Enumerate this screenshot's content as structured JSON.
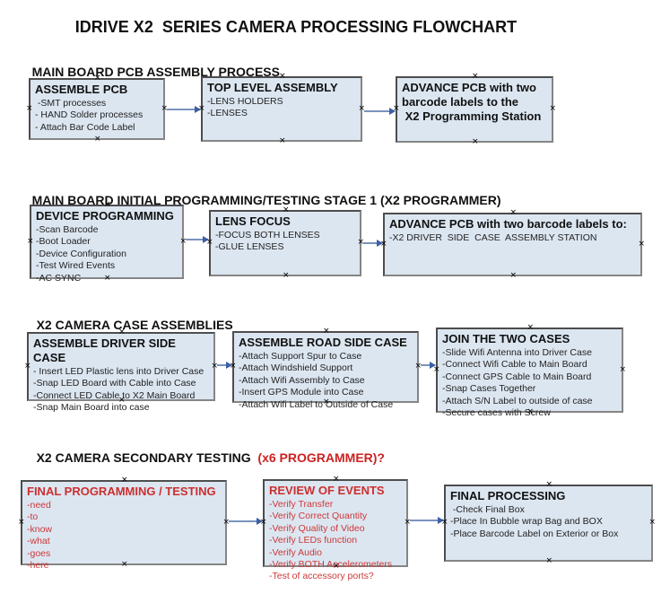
{
  "title": "IDRIVE X2  SERIES CAMERA PROCESSING FLOWCHART",
  "handle_glyph": "×",
  "colors": {
    "box_fill": "#dce6f1",
    "box_border": "#6e6e6e",
    "arrow_line": "#7a93bd",
    "arrow_head": "#3c5fa5",
    "red_heading": "#cc2222",
    "red_box_text": "#cc3838",
    "black_text": "#111111"
  },
  "sections": [
    {
      "heading": "MAIN BOARD PCB ASSEMBLY PROCESS",
      "boxes": [
        {
          "title": "ASSEMBLE PCB",
          "items": [
            " -SMT processes",
            "- HAND Solder processes",
            "- Attach Bar Code Label"
          ]
        },
        {
          "title": "TOP LEVEL ASSEMBLY",
          "items": [
            "-LENS HOLDERS",
            "-LENSES"
          ]
        },
        {
          "title": "ADVANCE PCB with two\nbarcode labels to the\n X2 Programming Station",
          "items": []
        }
      ]
    },
    {
      "heading": "MAIN BOARD INITIAL PROGRAMMING/TESTING STAGE 1 (X2 PROGRAMMER)",
      "boxes": [
        {
          "title": "DEVICE PROGRAMMING",
          "items": [
            "-Scan Barcode",
            "-Boot Loader",
            "-Device Configuration",
            "-Test Wired Events",
            "-AC SYNC"
          ]
        },
        {
          "title": "LENS FOCUS",
          "items": [
            "-FOCUS BOTH LENSES",
            "-GLUE LENSES"
          ]
        },
        {
          "title": "ADVANCE PCB with two barcode labels to:",
          "items": [
            "-X2 DRIVER  SIDE  CASE  ASSEMBLY STATION"
          ]
        }
      ]
    },
    {
      "heading": "X2 CAMERA CASE ASSEMBLIES",
      "boxes": [
        {
          "title": "ASSEMBLE DRIVER SIDE CASE",
          "items": [
            "- Insert LED Plastic lens into Driver Case",
            "-Snap LED Board with Cable into Case",
            "-Connect LED Cable to X2 Main Board",
            "-Snap Main Board into case"
          ]
        },
        {
          "title": "ASSEMBLE ROAD SIDE CASE",
          "items": [
            "-Attach Support Spur to Case",
            "-Attach Windshield Support",
            "-Attach Wifi Assembly to Case",
            "-Insert GPS Module into Case",
            "-Attach Wifi Label to Outside of Case"
          ]
        },
        {
          "title": "JOIN THE TWO CASES",
          "items": [
            "-Slide Wifi Antenna into Driver Case",
            "-Connect Wifi Cable to Main Board",
            "-Connect GPS Cable to Main Board",
            "-Snap Cases Together",
            "-Attach S/N Label to outside of case",
            "-Secure cases with Screw"
          ]
        }
      ]
    },
    {
      "heading": "X2 CAMERA SECONDARY TESTING  ",
      "heading_red": "(x6 PROGRAMMER)?",
      "boxes": [
        {
          "title": "FINAL PROGRAMMING / TESTING",
          "items": [
            "-need",
            "-to",
            "-know",
            "-what",
            "-goes",
            "-here"
          ]
        },
        {
          "title": "REVIEW OF EVENTS",
          "items": [
            "-Verify Transfer",
            "-Verify Correct Quantity",
            "-Verify Quality of Video",
            "-Verify LEDs function",
            "-Verify Audio",
            "-Verify BOTH Accelerometers",
            "-Test of accessory ports?"
          ]
        },
        {
          "title": "FINAL PROCESSING",
          "items": [
            " -Check Final Box",
            "-Place In Bubble wrap Bag and BOX",
            "-Place Barcode Label on Exterior or Box"
          ]
        }
      ]
    }
  ]
}
